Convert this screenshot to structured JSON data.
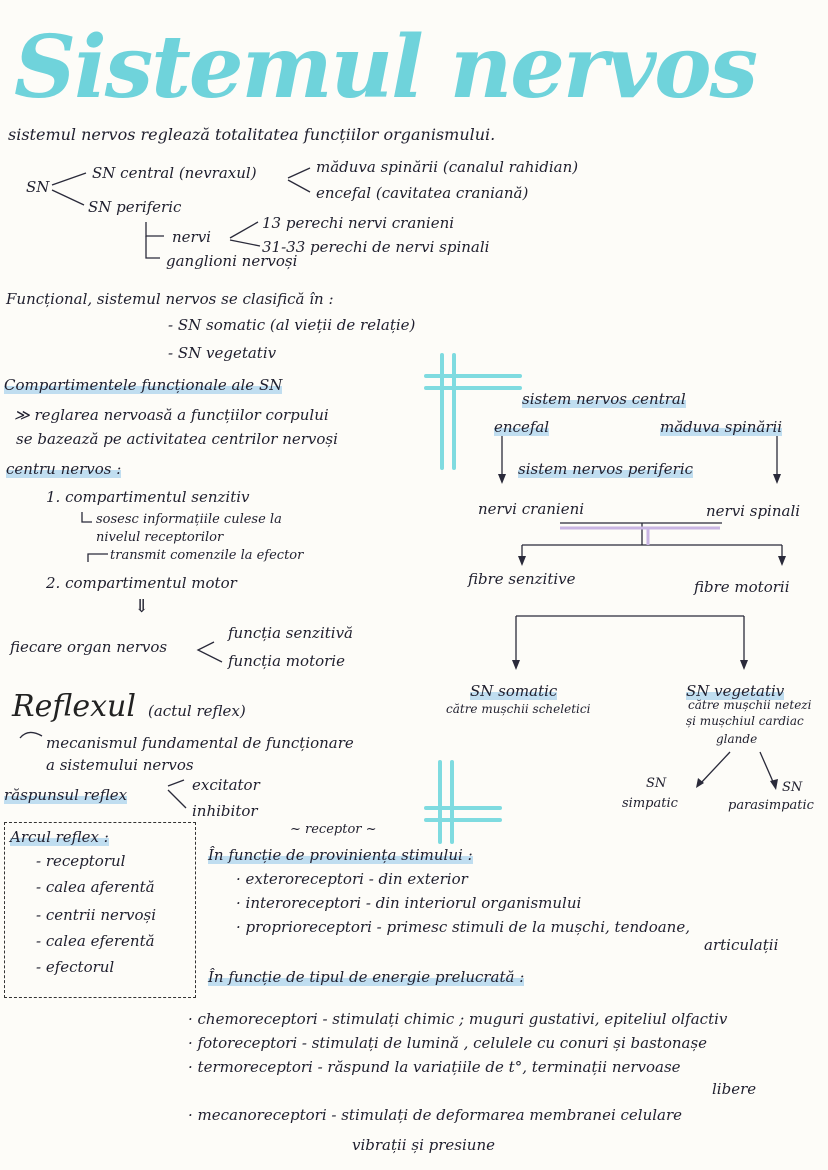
{
  "title": "Sistemul nervos",
  "intro": "sistemul nervos reglează totalitatea funcțiilor organismului.",
  "tree": {
    "root": "SN",
    "central": "SN central (nevraxul)",
    "central_children": [
      "măduva spinării (canalul rahidian)",
      "encefal (cavitatea craniană)"
    ],
    "peripheral": "SN periferic",
    "nervi": "nervi",
    "nervi_children": [
      "13 perechi nervi cranieni",
      "31-33 perechi de nervi spinali"
    ],
    "ganglioni": "ganglioni nervoși"
  },
  "functional": {
    "heading": "Funcțional, sistemul nervos se clasifică în :",
    "items": [
      "- SN somatic (al vieții de relație)",
      "- SN vegetativ"
    ]
  },
  "compartments": {
    "heading": "Compartimentele funcționale ale SN",
    "note_line1": "≫ reglarea nervoasă a funcțiilor corpului",
    "note_line2": "se bazează pe activitatea centrilor nervoși",
    "center_label": "centru nervos :",
    "item1": "1. compartimentul senzitiv",
    "item1_sub1_line1": "sosesc informațiile culese la",
    "item1_sub1_line2": "nivelul receptorilor",
    "item1_sub2": "transmit comenzile la efector",
    "item2": "2. compartimentul motor",
    "arrow": "⇓",
    "organ": "fiecare organ nervos",
    "organ_children": [
      "funcția senzitivă",
      "funcția motorie"
    ]
  },
  "diagram": {
    "snc": "sistem nervos central",
    "encefal": "encefal",
    "maduva": "măduva spinării",
    "snp": "sistem nervos periferic",
    "cranieni": "nervi cranieni",
    "spinali": "nervi spinali",
    "senzitive": "fibre senzitive",
    "motorii": "fibre motorii",
    "somatic": "SN somatic",
    "somatic_desc": "către mușchii scheletici",
    "vegetativ": "SN vegetativ",
    "vegetativ_desc": [
      "către mușchii netezi",
      "și mușchiul cardiac",
      "glande"
    ],
    "simpatic": [
      "SN",
      "simpatic"
    ],
    "parasimpatic": [
      "SN",
      "parasimpatic"
    ]
  },
  "reflex": {
    "title": "Reflexul",
    "subtitle": "(actul reflex)",
    "def_line1": "mecanismul fundamental de funcționare",
    "def_line2": "a sistemului nervos",
    "response": "răspunsul reflex",
    "response_children": [
      "excitator",
      "inhibitor"
    ]
  },
  "arc": {
    "heading": "Arcul reflex :",
    "items": [
      "- receptorul",
      "- calea aferentă",
      "- centrii nervoși",
      "- calea eferentă",
      "- efectorul"
    ]
  },
  "receptor": {
    "heading": "~ receptor ~",
    "provenance_heading": "În funcție de proviniența stimului :",
    "provenance_items": [
      "· exteroreceptori - din exterior",
      "· interoreceptori - din interiorul organismului",
      "· proprioreceptori - primesc stimuli de la mușchi, tendoane,"
    ],
    "provenance_tail": "articulații",
    "energy_heading": "În funcție de tipul de energie prelucrată :",
    "energy_items": [
      "· chemoreceptori - stimulați chimic ; muguri gustativi, epiteliul olfactiv",
      "· fotoreceptori - stimulați de lumină , celulele cu conuri și bastonașe",
      "· termoreceptori - răspund la variațiile de t°, terminații nervoase"
    ],
    "energy_tail": "libere",
    "mechano": "· mecanoreceptori - stimulați de deformarea membranei celulare",
    "mechano_tail": "vibrații și presiune"
  },
  "colors": {
    "title": "#6fd3db",
    "highlight_blue": "#a0cdeb",
    "highlight_purple": "#c8b4dc",
    "ink": "#1f1f2e"
  }
}
